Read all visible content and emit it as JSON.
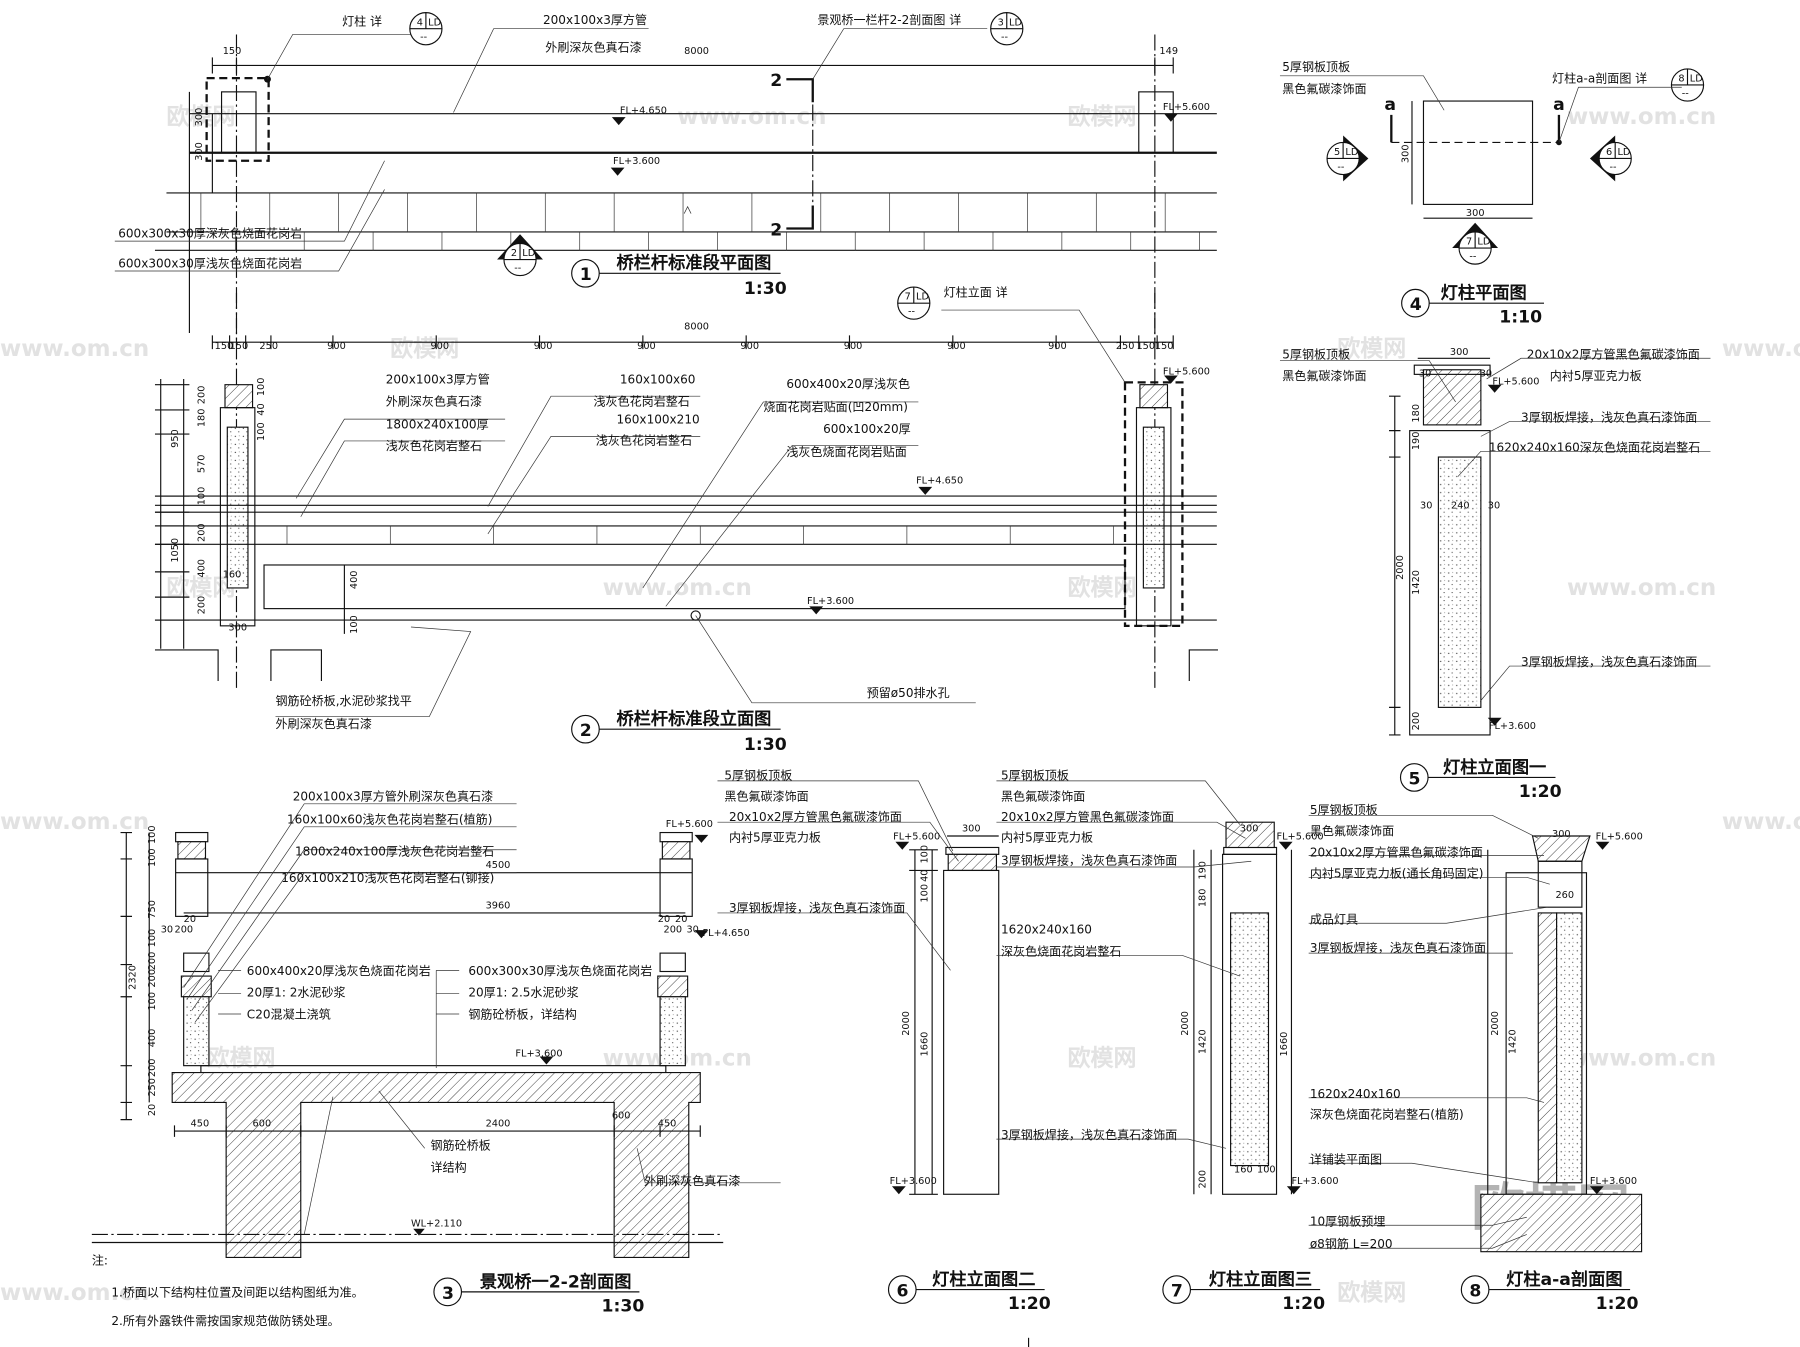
{
  "watermark": {
    "logo": "欧模网",
    "site": "www.om.cn"
  },
  "callouts": [
    {
      "num": "4",
      "sheet": "LD",
      "sub": "--"
    },
    {
      "num": "3",
      "sheet": "LD",
      "sub": "--"
    },
    {
      "num": "2",
      "sheet": "LD",
      "sub": "--"
    },
    {
      "num": "8",
      "sheet": "LD",
      "sub": "--"
    },
    {
      "num": "5",
      "sheet": "LD",
      "sub": "--"
    },
    {
      "num": "6",
      "sheet": "LD",
      "sub": "--"
    },
    {
      "num": "7",
      "sheet": "LD",
      "sub": "--"
    },
    {
      "num": "7",
      "sheet": "LD",
      "sub": "--"
    }
  ],
  "plan": {
    "lamp_detail": "灯柱 详",
    "tube_spec": "200x100x3厚方管",
    "tube_finish": "外刷深灰色真石漆",
    "section_ref": "景观桥一栏杆2-2剖面图 详",
    "dims": [
      "150",
      "8000",
      "149",
      "300",
      "300"
    ],
    "levels": [
      "FL+4.650",
      "FL+5.600",
      "FL+3.600"
    ],
    "cut_mark": "2",
    "paving": [
      "600x300x30厚深灰色烧面花岗岩",
      "600x300x30厚浅灰色烧面花岗岩"
    ],
    "title": {
      "num": "1",
      "name": "桥栏杆标准段平面图",
      "scale": "1:30"
    }
  },
  "lamp_plan": {
    "top_plate": "5厚钢板顶板",
    "finish": "黑色氟碳漆饰面",
    "section_ref": "灯柱a-a剖面图 详",
    "cut_mark": "a",
    "dims": [
      "300",
      "300"
    ],
    "title": {
      "num": "4",
      "name": "灯柱平面图",
      "scale": "1:10"
    }
  },
  "elevation": {
    "lamp_ref": "灯柱立面 详",
    "top_dims": [
      "150",
      "150",
      "250",
      "900",
      "900",
      "900",
      "900",
      "900",
      "900",
      "900",
      "900",
      "250",
      "150",
      "150"
    ],
    "overall": "8000",
    "left_dims": [
      "200",
      "180",
      "100",
      "40",
      "100",
      "950",
      "570",
      "200",
      "1050",
      "400",
      "200",
      "160",
      "100"
    ],
    "inner_dims": [
      "400",
      "100",
      "300"
    ],
    "labels": [
      "200x100x3厚方管",
      "外刷深灰色真石漆",
      "1800x240x100厚",
      "浅灰色花岗岩整石",
      "160x100x60",
      "浅灰色花岗岩整石",
      "160x100x210",
      "浅灰色花岗岩整石",
      "600x400x20厚浅灰色",
      "烧面花岗岩贴面(凹20mm)",
      "600x100x20厚",
      "浅灰色烧面花岗岩贴面"
    ],
    "levels": [
      "FL+5.600",
      "FL+4.650",
      "FL+3.600"
    ],
    "base_label": [
      "钢筋砼桥板,水泥砂浆找平",
      "外刷深灰色真石漆"
    ],
    "drain": "预留ø50排水孔",
    "title": {
      "num": "2",
      "name": "桥栏杆标准段立面图",
      "scale": "1:30"
    }
  },
  "lamp_elev1": {
    "labels": [
      "5厚钢板顶板",
      "黑色氟碳漆饰面",
      "20x10x2厚方管黑色氟碳漆饰面",
      "内衬5厚亚克力板",
      "3厚钢板焊接，浅灰色真石漆饰面",
      "1620x240x160深灰色烧面花岗岩整石",
      "3厚钢板焊接，浅灰色真石漆饰面"
    ],
    "dims": [
      "300",
      "30",
      "30",
      "240",
      "30",
      "30",
      "180",
      "190",
      "2000",
      "1420",
      "200"
    ],
    "levels": [
      "FL+5.600",
      "FL+3.600"
    ],
    "title": {
      "num": "5",
      "name": "灯柱立面图一",
      "scale": "1:20"
    }
  },
  "section": {
    "labels": [
      "200x100x3厚方管外刷深灰色真石漆",
      "160x100x60浅灰色花岗岩整石(植筋)",
      "1800x240x100厚浅灰色花岗岩整石",
      "160x100x210浅灰色花岗岩整石(铆接)"
    ],
    "layers_left": [
      "600x400x20厚浅灰色烧面花岗岩",
      "20厚1: 2水泥砂浆",
      "C20混凝土浇筑"
    ],
    "layers_right": [
      "600x300x30厚浅灰色烧面花岗岩",
      "20厚1: 2.5水泥砂浆",
      "钢筋砼桥板，详结构"
    ],
    "dims": [
      "4500",
      "3960",
      "2400",
      "450",
      "600",
      "600",
      "450",
      "2320",
      "100",
      "100",
      "750",
      "200",
      "100",
      "200",
      "100",
      "400",
      "200",
      "250",
      "20",
      "30",
      "20",
      "200",
      "20",
      "20",
      "200",
      "30"
    ],
    "levels": [
      "FL+5.600",
      "FL+4.650",
      "FL+3.600",
      "WL+2.110"
    ],
    "slab": [
      "钢筋砼桥板",
      "详结构"
    ],
    "finish": "外刷深灰色真石漆",
    "notes": {
      "head": "注:",
      "items": [
        "1.桥面以下结构柱位置及间距以结构图纸为准。",
        "2.所有外露铁件需按国家规范做防锈处理。"
      ]
    },
    "title": {
      "num": "3",
      "name": "景观桥一2-2剖面图",
      "scale": "1:30"
    }
  },
  "lamp_elev2": {
    "labels": [
      "5厚钢板顶板",
      "黑色氟碳漆饰面",
      "20x10x2厚方管黑色氟碳漆饰面",
      "内衬5厚亚克力板",
      "3厚钢板焊接，浅灰色真石漆饰面"
    ],
    "dims": [
      "300",
      "2000",
      "1660",
      "100",
      "40",
      "100"
    ],
    "levels": [
      "FL+5.600",
      "FL+3.600"
    ],
    "title": {
      "num": "6",
      "name": "灯柱立面图二",
      "scale": "1:20"
    }
  },
  "lamp_elev3": {
    "labels": [
      "5厚钢板顶板",
      "黑色氟碳漆饰面",
      "20x10x2厚方管黑色氟碳漆饰面",
      "内衬5厚亚克力板",
      "3厚钢板焊接，浅灰色真石漆饰面",
      "1620x240x160",
      "深灰色烧面花岗岩整石",
      "3厚钢板焊接，浅灰色真石漆饰面"
    ],
    "dims": [
      "300",
      "2000",
      "1420",
      "1660",
      "160",
      "100",
      "200",
      "180",
      "190"
    ],
    "levels": [
      "FL+5.600",
      "FL+3.600"
    ],
    "title": {
      "num": "7",
      "name": "灯柱立面图三",
      "scale": "1:20"
    }
  },
  "lamp_section": {
    "labels": [
      "5厚钢板顶板",
      "黑色氟碳漆饰面",
      "20x10x2厚方管黑色氟碳漆饰面",
      "内衬5厚亚克力板(通长角码固定)",
      "成品灯具",
      "3厚钢板焊接，浅灰色真石漆饰面",
      "1620x240x160",
      "深灰色烧面花岗岩整石(植筋)",
      "详铺装平面图",
      "10厚钢板预埋",
      "ø8钢筋 L=200"
    ],
    "dims": [
      "300",
      "260",
      "2000",
      "1420"
    ],
    "levels": [
      "FL+5.600",
      "FL+3.600"
    ],
    "title": {
      "num": "8",
      "name": "灯柱a-a剖面图",
      "scale": "1:20"
    }
  }
}
